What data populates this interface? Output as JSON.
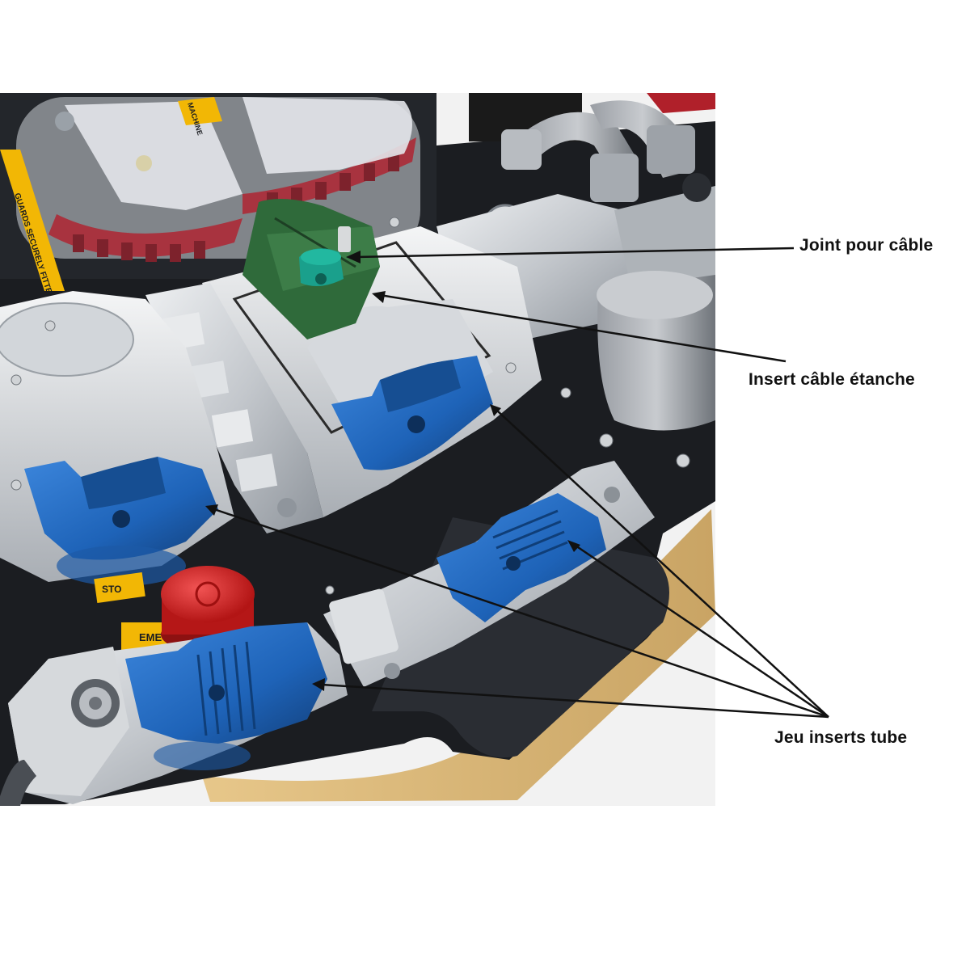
{
  "labels": {
    "joint": "Joint pour câble",
    "insert": "Insert câble étanche",
    "jeu": "Jeu inserts tube"
  },
  "decals": {
    "guards": "GUARDS SECURELY FITTED",
    "machine": "MACHINE",
    "emergency": "EME",
    "stop": "STO"
  },
  "colors": {
    "blue_insert": "#1e63b8",
    "green_clamp": "#2f6a3a",
    "teal_seal": "#1aa08c",
    "red_button": "#d32626",
    "red_rollers": "#a8333f",
    "aluminium": "#c9ccd0",
    "base_plate": "#1b1d21",
    "safety_yellow": "#f2b705"
  }
}
